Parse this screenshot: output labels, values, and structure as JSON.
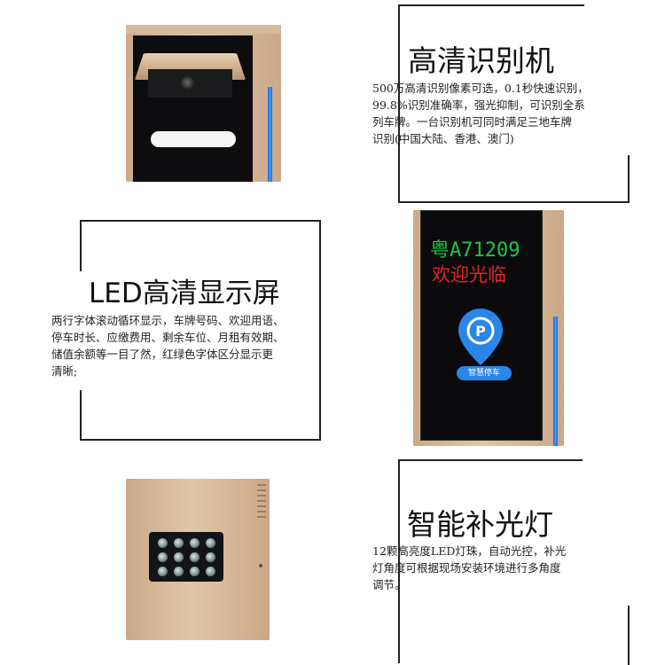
{
  "section_camera": {
    "title": "高清识别机",
    "desc_lines": [
      "500万高清识别像素可选，0.1秒快速识别，",
      "99.8%识别准确率，强光抑制，可识别全系",
      "列车牌。一台识别机可同时满足三地车牌",
      "识别(中国大陆、香港、澳门)"
    ]
  },
  "section_led": {
    "title": "LED高清显示屏",
    "desc_lines": [
      "两行字体滚动循环显示，车牌号码、欢迎用语、",
      "停车时长、应缴费用、剩余车位、月租有效期、",
      "储值余额等一目了然，红绿色字体区分显示更",
      "清晰;"
    ]
  },
  "led_panel": {
    "line1": "粤A71209",
    "line2": "欢迎光临",
    "logo_letter": "P",
    "logo_caption": "智慧停车",
    "line1_color": "#22c244",
    "line2_color": "#e0261e",
    "accent_color": "#2b86e8"
  },
  "section_light": {
    "title": "智能补光灯",
    "desc_lines": [
      "12颗高亮度LED灯珠，自动光控，补光",
      "灯角度可根据现场安装环境进行多角度",
      "调节。"
    ]
  }
}
